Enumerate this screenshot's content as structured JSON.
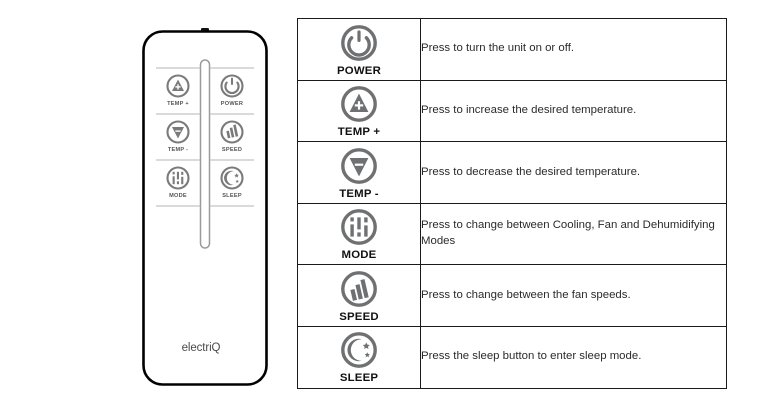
{
  "remote": {
    "brand_logo": "electriQ",
    "buttons": [
      {
        "label": "TEMP +",
        "icon": "temp-up-icon",
        "col": "left",
        "row": 0
      },
      {
        "label": "POWER",
        "icon": "power-icon",
        "col": "right",
        "row": 0
      },
      {
        "label": "TEMP -",
        "icon": "temp-down-icon",
        "col": "left",
        "row": 1
      },
      {
        "label": "SPEED",
        "icon": "speed-icon",
        "col": "right",
        "row": 1
      },
      {
        "label": "MODE",
        "icon": "mode-icon",
        "col": "left",
        "row": 2
      },
      {
        "label": "SLEEP",
        "icon": "sleep-icon",
        "col": "right",
        "row": 2
      }
    ]
  },
  "legend": {
    "rows": [
      {
        "name": "POWER",
        "icon": "power-icon",
        "description": "Press to turn the unit on or off."
      },
      {
        "name": "TEMP +",
        "icon": "temp-up-icon",
        "description": "Press to increase the desired temperature."
      },
      {
        "name": "TEMP -",
        "icon": "temp-down-icon",
        "description": "Press to decrease the desired temperature."
      },
      {
        "name": "MODE",
        "icon": "mode-icon",
        "description": "Press to change between Cooling, Fan and Dehumidifying Modes"
      },
      {
        "name": "SPEED",
        "icon": "speed-icon",
        "description": "Press to change between the fan speeds."
      },
      {
        "name": "SLEEP",
        "icon": "sleep-icon",
        "description": "Press the sleep button to enter sleep mode."
      }
    ]
  },
  "colors": {
    "icon_gray": "#6f7072",
    "table_border": "#1a1a1a",
    "text": "#2b2b2b",
    "remote_outline": "#000000",
    "remote_detail": "#8c8c8c"
  }
}
